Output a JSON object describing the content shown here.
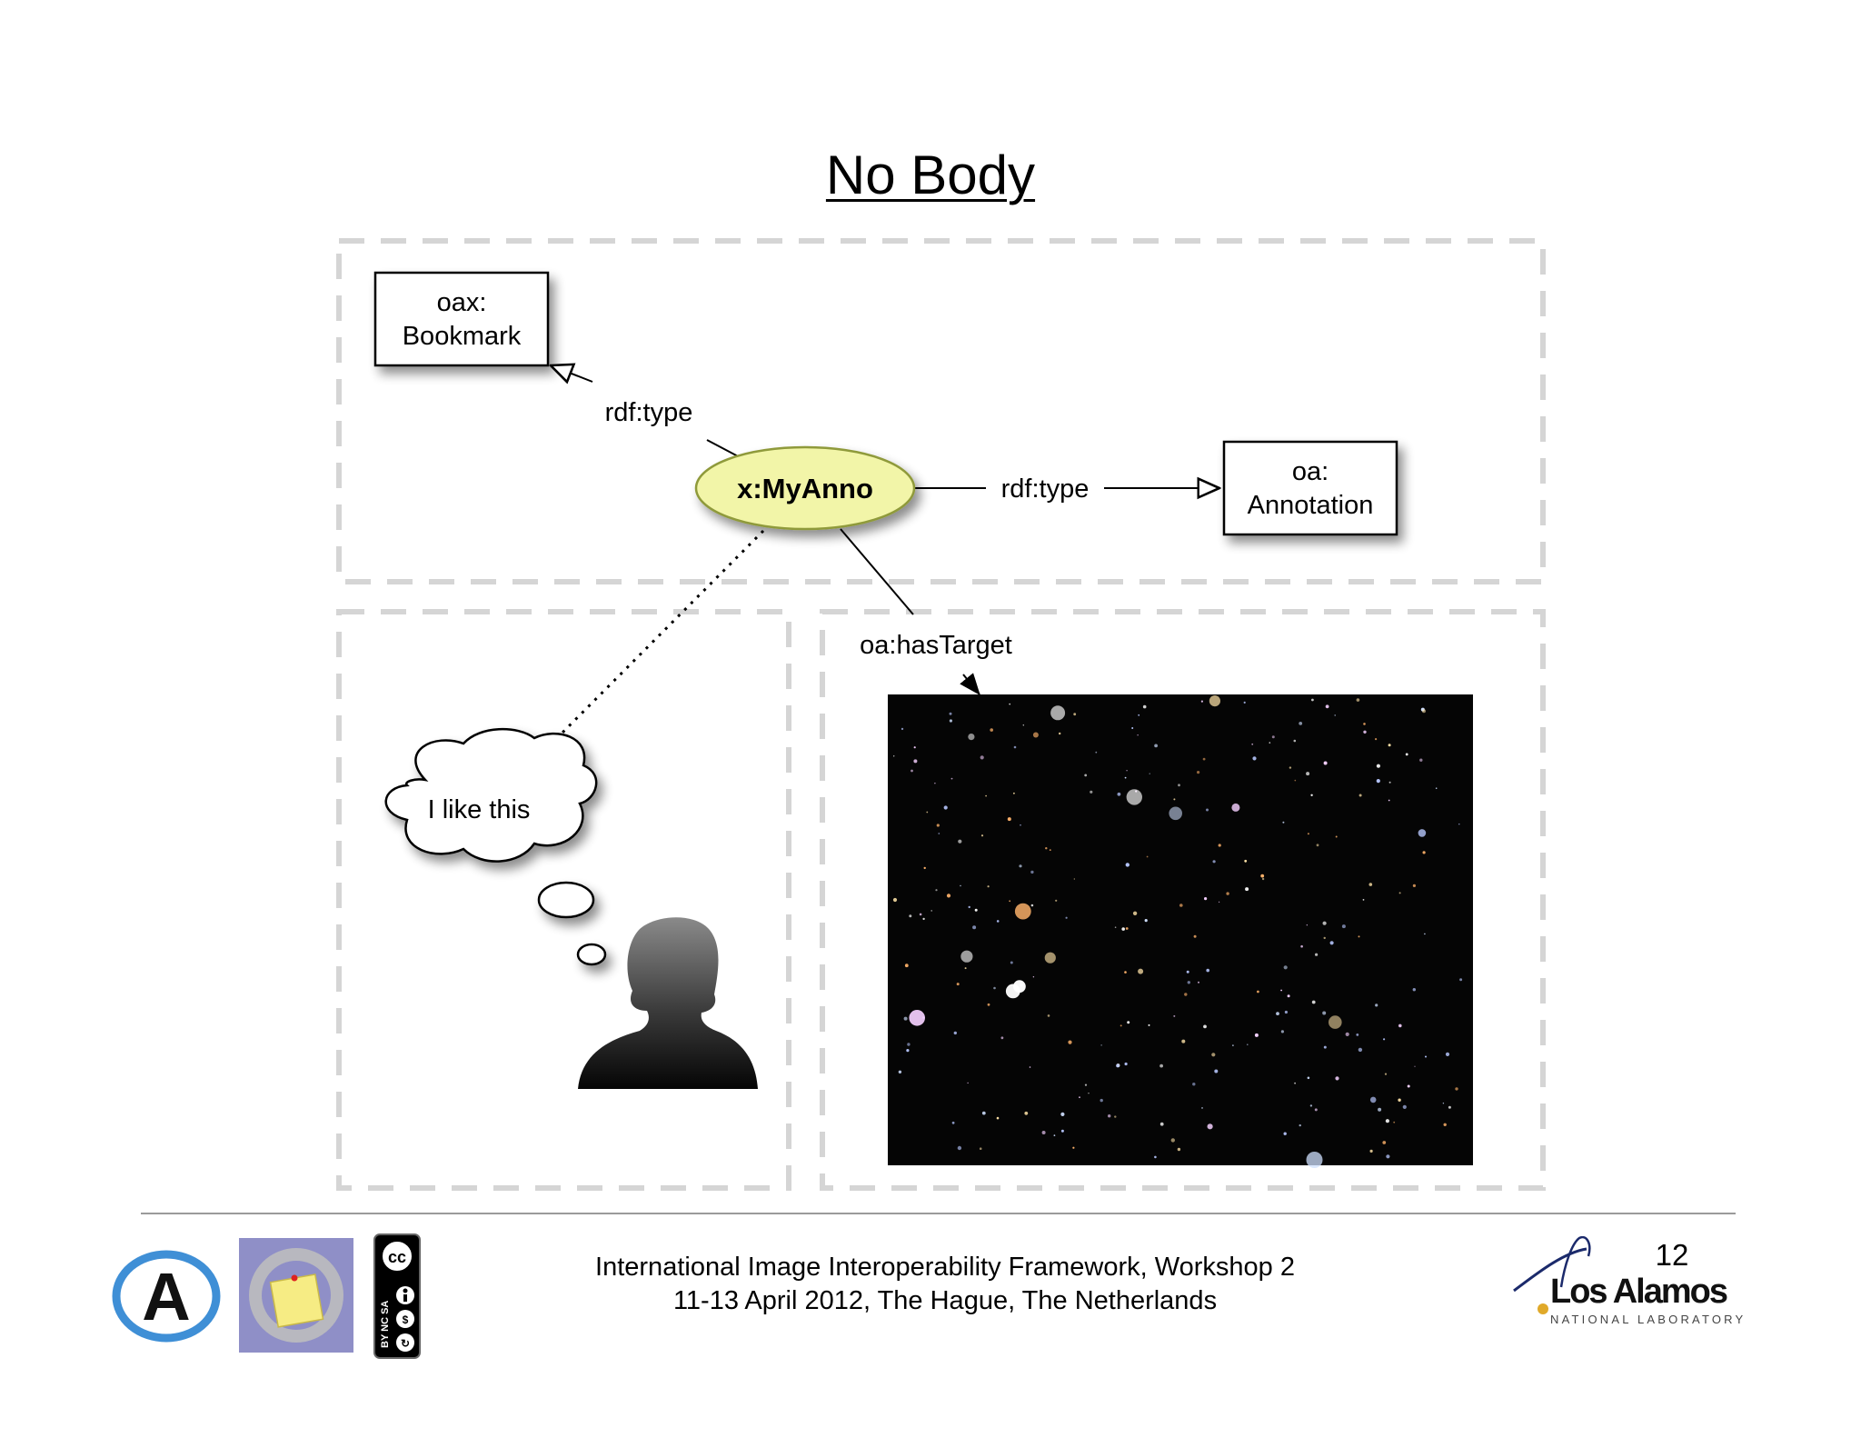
{
  "slide": {
    "title": "No Body",
    "page_number": "12"
  },
  "diagram": {
    "nodes": {
      "bookmark": {
        "line1": "oax:",
        "line2": "Bookmark"
      },
      "annotation_class": {
        "line1": "oa:",
        "line2": "Annotation"
      },
      "anno": {
        "label": "x:MyAnno"
      },
      "comment": {
        "label": "I like this"
      }
    },
    "edges": {
      "type_bookmark": "rdf:type",
      "type_annotation": "rdf:type",
      "has_target": "oa:hasTarget"
    },
    "colors": {
      "anno_fill": "#f2f5a8",
      "anno_stroke": "#8f9a3a",
      "region_dash": "#d5d5d5",
      "target_image_bg": "#050505"
    }
  },
  "footer": {
    "line1": "International Image Interoperability Framework, Workshop 2",
    "line2": "11-13 April 2012, The Hague, The Netherlands",
    "logo_org_name": "Los Alamos",
    "logo_org_sub": "NATIONAL LABORATORY",
    "icons": [
      "annotator-a-logo",
      "annotation-note-logo",
      "cc-by-nc-sa-badge"
    ],
    "cc_badge_text": "BY NC SA"
  }
}
